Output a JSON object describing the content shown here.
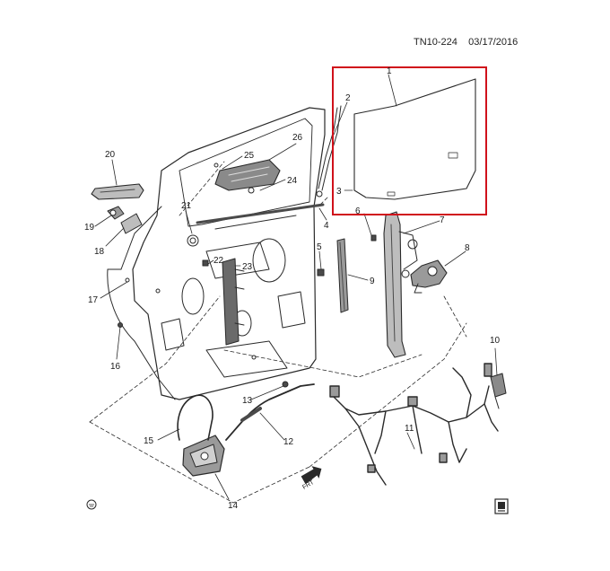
{
  "header": {
    "diagram_code": "TN10-224",
    "date": "03/17/2016"
  },
  "callouts": [
    "1",
    "2",
    "3",
    "4",
    "5",
    "6",
    "7",
    "8",
    "9",
    "10",
    "11",
    "12",
    "13",
    "14",
    "15",
    "16",
    "17",
    "18",
    "19",
    "20",
    "21",
    "22",
    "23",
    "24",
    "25",
    "26"
  ],
  "direction_label": "FRT",
  "colors": {
    "line": "#2a2a2a",
    "highlight": "#d0111b",
    "part_fill": "#9a9a9a",
    "part_dark": "#4a4a4a"
  },
  "icons": [
    "gm-logo-icon",
    "ground-symbol-icon",
    "front-arrow-icon"
  ]
}
